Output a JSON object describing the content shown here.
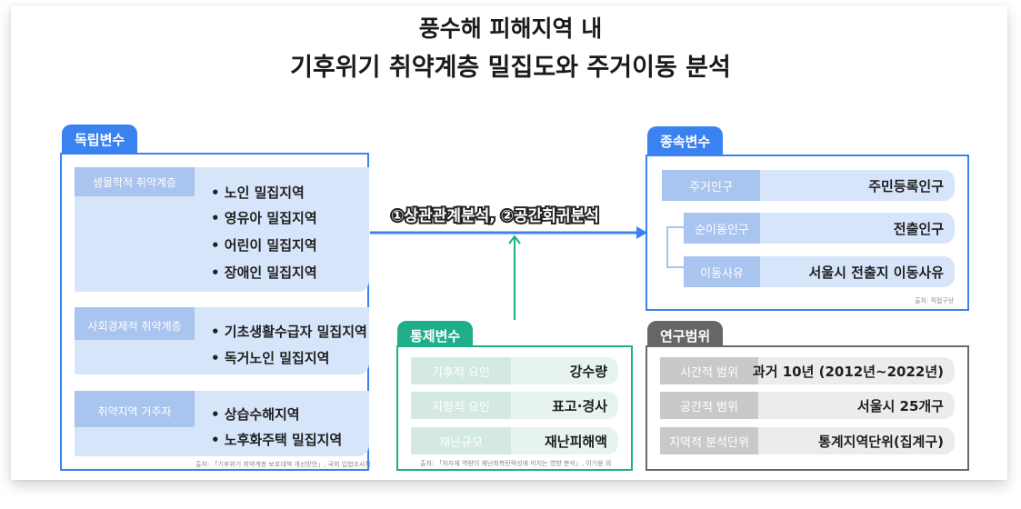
{
  "title": {
    "line1": "풍수해 피해지역 내",
    "line2": "기후위기 취약계층 밀집도와 주거이동 분석"
  },
  "independent": {
    "tab": "독립변수",
    "groups": [
      {
        "label": "생물학적 취약계층",
        "items": [
          "• 노인 밀집지역",
          "• 영유아 밀집지역",
          "• 어린이 밀집지역",
          "• 장애인 밀집지역"
        ]
      },
      {
        "label": "사회경제적 취약계층",
        "items": [
          "• 기초생활수급자 밀집지역",
          "• 독거노인 밀집지역"
        ]
      },
      {
        "label": "취약지역 거주자",
        "items": [
          "• 상습수해지역",
          "• 노후화주택 밀집지역"
        ]
      }
    ],
    "source": "출처: 「기후위기 취약계층 보호대책 개선방안」, 국회 입법조사처"
  },
  "analysis_label": "①상관관계분석, ②공간회귀분석",
  "dependent": {
    "tab": "종속변수",
    "rows": [
      {
        "key": "주거인구",
        "value": "주민등록인구"
      },
      {
        "key": "순이동인구",
        "value": "전출인구"
      },
      {
        "key": "이동사유",
        "value": "서울시 전출지 이동사유"
      }
    ],
    "source": "출처: 직접구상"
  },
  "control": {
    "tab": "통제변수",
    "rows": [
      {
        "key": "기후적 요인",
        "value": "강수량"
      },
      {
        "key": "지형적 요인",
        "value": "표고·경사"
      },
      {
        "key": "재난규모",
        "value": "재난피해액"
      }
    ],
    "source": "출처: 「지자체 역량이 재난회복탄력성에 미치는 영향 분석」, 이기용 외"
  },
  "scope": {
    "tab": "연구범위",
    "rows": [
      {
        "key": "시간적 범위",
        "value": "과거 10년 (2012년~2022년)"
      },
      {
        "key": "공간적 범위",
        "value": "서울시 25개구"
      },
      {
        "key": "지역적 분석단위",
        "value": "통계지역단위(집계구)"
      }
    ]
  },
  "colors": {
    "blue": "#3a82f0",
    "teal": "#1fae8a",
    "gray": "#666666"
  }
}
